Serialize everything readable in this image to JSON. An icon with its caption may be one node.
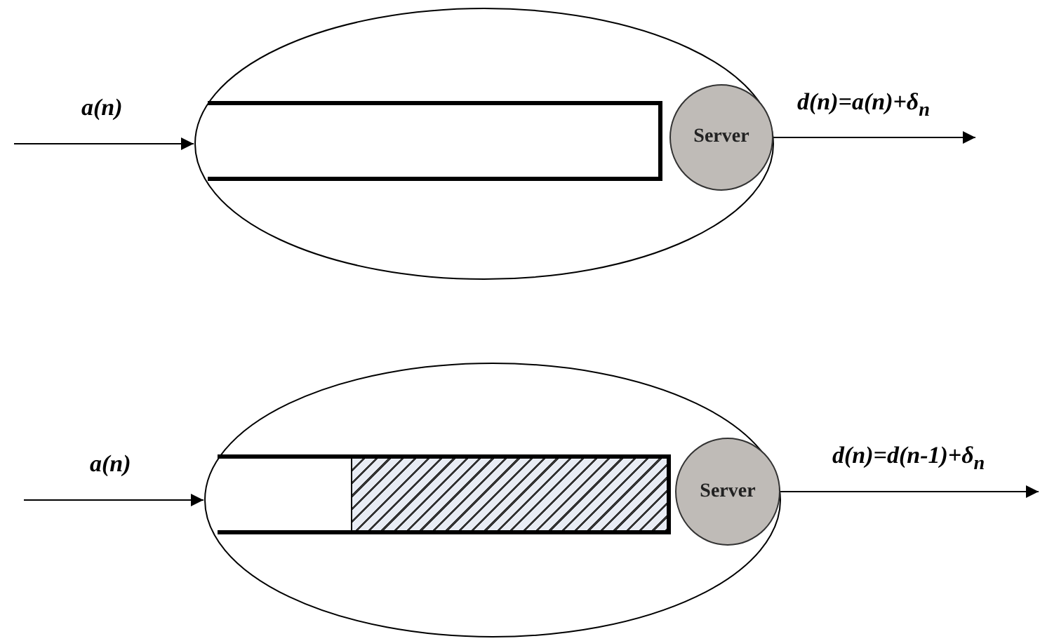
{
  "diagram": {
    "nodes": [
      {
        "text": [],
        "shape": "ellipse"
      },
      {
        "text": [],
        "shape": "box",
        "in": 0
      },
      {
        "text": [
          "Server"
        ],
        "in": 0
      },
      {
        "text": [],
        "shape": "ellipse"
      },
      {
        "text": [],
        "shape": "box",
        "in": 3
      },
      {
        "text": [],
        "shape": "box",
        "in": 4
      },
      {
        "text": [
          "Server"
        ],
        "in": 3
      }
    ],
    "edges": [
      {
        "from": null,
        "to": 0,
        "arrow": "to",
        "label": "a(n)"
      },
      {
        "from": 2,
        "to": null,
        "arrow": "to",
        "label": "d(n)=a(n)+δ$_{n}$"
      },
      {
        "from": null,
        "to": 3,
        "arrow": "to",
        "label": "a(n)"
      },
      {
        "from": 6,
        "to": null,
        "arrow": "to",
        "label": "d(n)=d(n-1)+δ$_{n}$"
      }
    ]
  }
}
